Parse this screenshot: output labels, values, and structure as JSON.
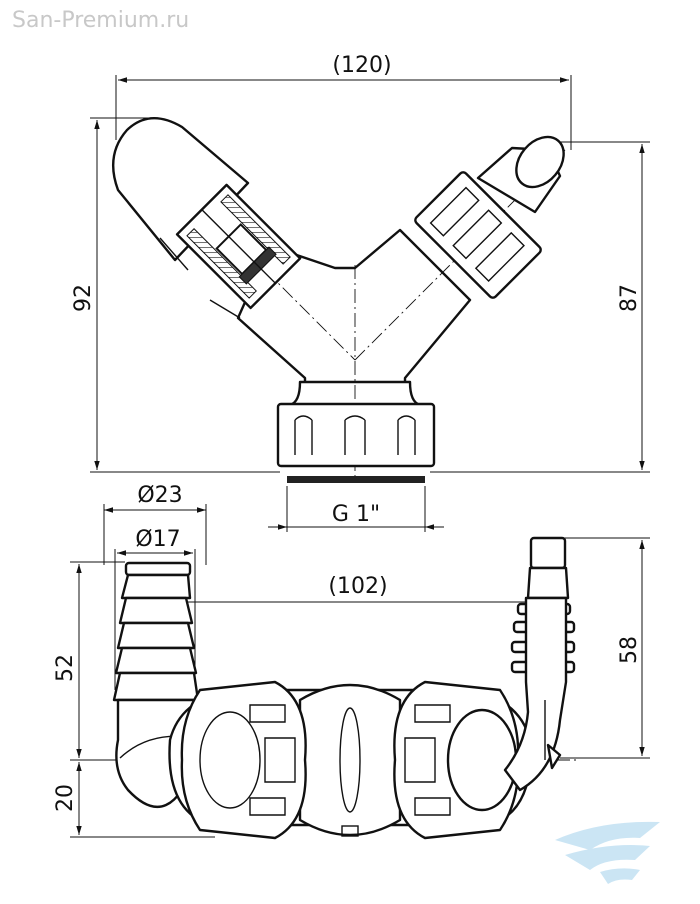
{
  "watermark": "San-Premium.ru",
  "dimensions": {
    "width_top": "(120)",
    "height_left": "92",
    "height_right": "87",
    "thread": "G 1\"",
    "outer_diameter": "Ø23",
    "inner_diameter": "Ø17",
    "spacing": "(102)",
    "hose_height_left": "52",
    "offset_bottom": "20",
    "hose_height_right": "58"
  },
  "logo_color": "#a9d4ee"
}
